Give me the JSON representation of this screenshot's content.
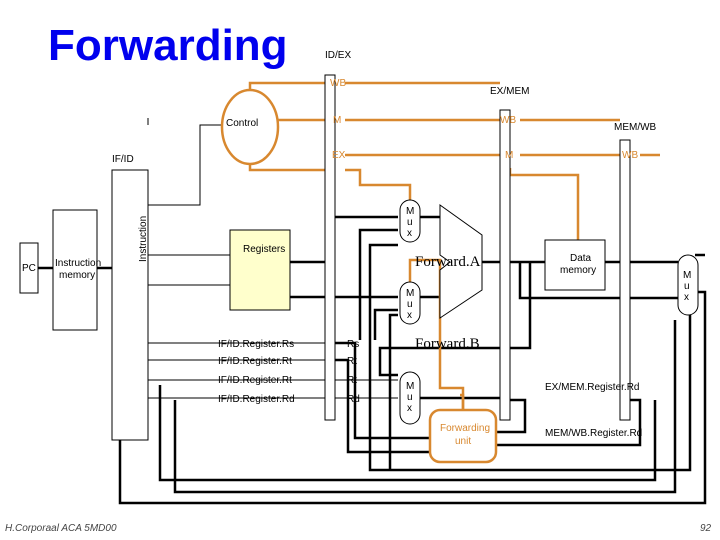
{
  "title": "Forwarding",
  "pipeline_registers": {
    "if_id": "IF/ID",
    "id_ex": "ID/EX",
    "ex_mem": "EX/MEM",
    "mem_wb": "MEM/WB"
  },
  "control_fields": {
    "id_ex_wb": "WB",
    "id_ex_m": "M",
    "id_ex_ex": "EX",
    "ex_mem_wb": "WB",
    "ex_mem_m": "M",
    "mem_wb_wb": "WB"
  },
  "blocks": {
    "control": "Control",
    "pc": "PC",
    "instruction_memory": "Instruction memory",
    "instruction": "Instruction",
    "registers": "Registers",
    "data_memory": "Data memory",
    "forwarding_unit": "Forwarding unit",
    "mux_letters": [
      "M",
      "u",
      "x"
    ]
  },
  "forward_labels": {
    "a": "Forward.A",
    "b": "Forward.B"
  },
  "register_fields": {
    "rs_left": "IF/ID.Register.Rs",
    "rt_left_1": "IF/ID.Register.Rt",
    "rt_left_2": "IF/ID.Register.Rt",
    "rd_left": "IF/ID.Register.Rd",
    "rs_right": "Rs",
    "rt_right_1": "Rt",
    "rt_right_2": "Rt",
    "rd_right": "Rd"
  },
  "signals": {
    "ex_mem_rd": "EX/MEM.Register.Rd",
    "mem_wb_rd": "MEM/WB.Register.Rd"
  },
  "footer": {
    "author": "H.Corporaal  ACA 5MD00",
    "page": "92"
  },
  "colors": {
    "title": "#0000ee",
    "control_path": "#d8882f",
    "register_fill": "#ffffcc"
  }
}
